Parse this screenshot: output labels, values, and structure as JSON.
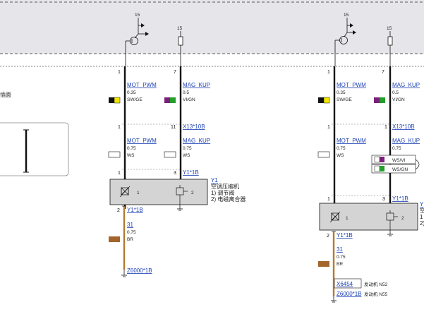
{
  "colors": {
    "background": "#ffffff",
    "gray_band": "#e6e6ea",
    "component_box": "#d4d4d4",
    "wire_black": "#111111",
    "wire_brown": "#b5792d",
    "link": "#1a3fb5",
    "swatch_black": "#111111",
    "swatch_yellow": "#f2e600",
    "swatch_violet": "#7a1f7a",
    "swatch_green": "#22a02a",
    "swatch_white": "#ffffff",
    "swatch_brown": "#a3652a"
  },
  "left_partial_label": "插面",
  "supply": {
    "fuse_label": "15"
  },
  "circuits": [
    {
      "id": "left",
      "mot_pwm": {
        "pin_top": "1",
        "name1": "MOT_PWM",
        "size1": "0.35",
        "color1": "SW/GE",
        "pin_mid": "1",
        "name2": "MOT_PWM",
        "size2": "0.75",
        "color2": "WS",
        "pin_bottom": "1"
      },
      "mag_kup": {
        "pin_top": "7",
        "name1": "MAG_KUP",
        "size1": "0.5",
        "color1": "VI/GN",
        "pin_mid": "11",
        "connector_mid": "X13*10B",
        "name2": "MAG_KUP",
        "size2": "0.75",
        "color2": "WS",
        "pin_bottom": "3",
        "connector_bottom": "Y1*1B"
      },
      "component": {
        "id": "Y1",
        "name": "空调压缩机",
        "item1": "1)  调节阀",
        "item2": "2)  电磁离合器",
        "pin1": "1",
        "pin2": "2"
      },
      "ground": {
        "pin": "2",
        "connector": "Y1*1B",
        "wire_num": "31",
        "size": "0.75",
        "color": "BR",
        "end_connector": "Z6000*1B"
      }
    },
    {
      "id": "right",
      "mot_pwm": {
        "pin_top": "1",
        "name1": "MOT_PWM",
        "size1": "0.35",
        "color1": "SW/GE",
        "pin_mid": "1",
        "name2": "MOT_PWM",
        "size2": "0.75",
        "color2": "WS",
        "pin_bottom": "1"
      },
      "mag_kup": {
        "pin_top": "7",
        "name1": "MAG_KUP",
        "size1": "0.5",
        "color1": "VI/GN",
        "pin_mid": "1",
        "connector_mid": "X13*10B",
        "name2": "MAG_KUP",
        "size2": "0.75",
        "opt1": "WS/VI",
        "opt2": "WS/GN",
        "pin_bottom": "3",
        "connector_bottom": "Y1*1B"
      },
      "component": {
        "id": "Y",
        "name": "空",
        "item1": "1",
        "item2": "2)",
        "pin1": "1",
        "pin2": "2"
      },
      "ground": {
        "pin": "2",
        "connector": "Y1*1B",
        "wire_num": "31",
        "size": "0.75",
        "color": "BR",
        "connector_a": "X6454",
        "label_a": "发动机 N52",
        "end_connector": "Z6000*1B",
        "label_b": "发动机 N55"
      }
    }
  ]
}
